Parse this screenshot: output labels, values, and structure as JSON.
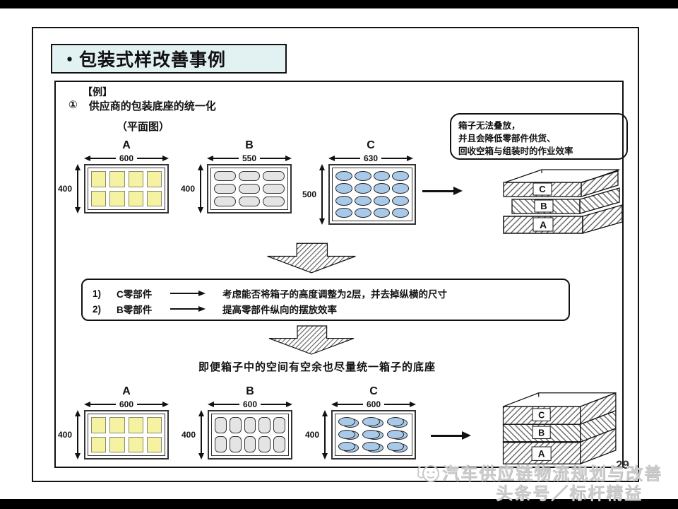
{
  "slide": {
    "title": "・包装式样改善事例",
    "example_tag": "【例】",
    "item_no": "①",
    "item_title": "供应商的包装底座的统一化",
    "view_label": "（平面图）",
    "problem_note": {
      "line1": "箱子无法叠放，",
      "line2": "并且会降低零部件供货、",
      "line3": "回收空箱与组装时的作业效率"
    },
    "before": {
      "box_a": {
        "label": "A",
        "width": "600",
        "height": "400"
      },
      "box_b": {
        "label": "B",
        "width": "550",
        "height": "400"
      },
      "box_c": {
        "label": "C",
        "width": "630",
        "height": "500"
      },
      "stack": {
        "top": "C",
        "mid": "B",
        "bot": "A"
      }
    },
    "suggestions": {
      "row1": {
        "num": "1)",
        "part": "C零部件",
        "text": "考虑能否将箱子的高度调整为2层，并去掉纵横的尺寸"
      },
      "row2": {
        "num": "2)",
        "part": "B零部件",
        "text": "提高零部件纵向的摆放效率"
      }
    },
    "conclusion": "即便箱子中的空间有空余也尽量统一箱子的底座",
    "after": {
      "box_a": {
        "label": "A",
        "width": "600",
        "height": "400"
      },
      "box_b": {
        "label": "B",
        "width": "600",
        "height": "400"
      },
      "box_c": {
        "label": "C",
        "width": "600",
        "height": "400"
      },
      "stack": {
        "top": "C",
        "mid": "B",
        "bot": "A"
      }
    },
    "page_number": "29",
    "watermark": {
      "line1": "汽车供应链物流规划与改善",
      "line2": "头条号／标杆精益"
    },
    "colors": {
      "title_bg": "#e2f1f2",
      "part_yellow": "#f5f2a1",
      "part_gray": "#e4e4e4",
      "part_blue": "#a9c9e9"
    }
  }
}
